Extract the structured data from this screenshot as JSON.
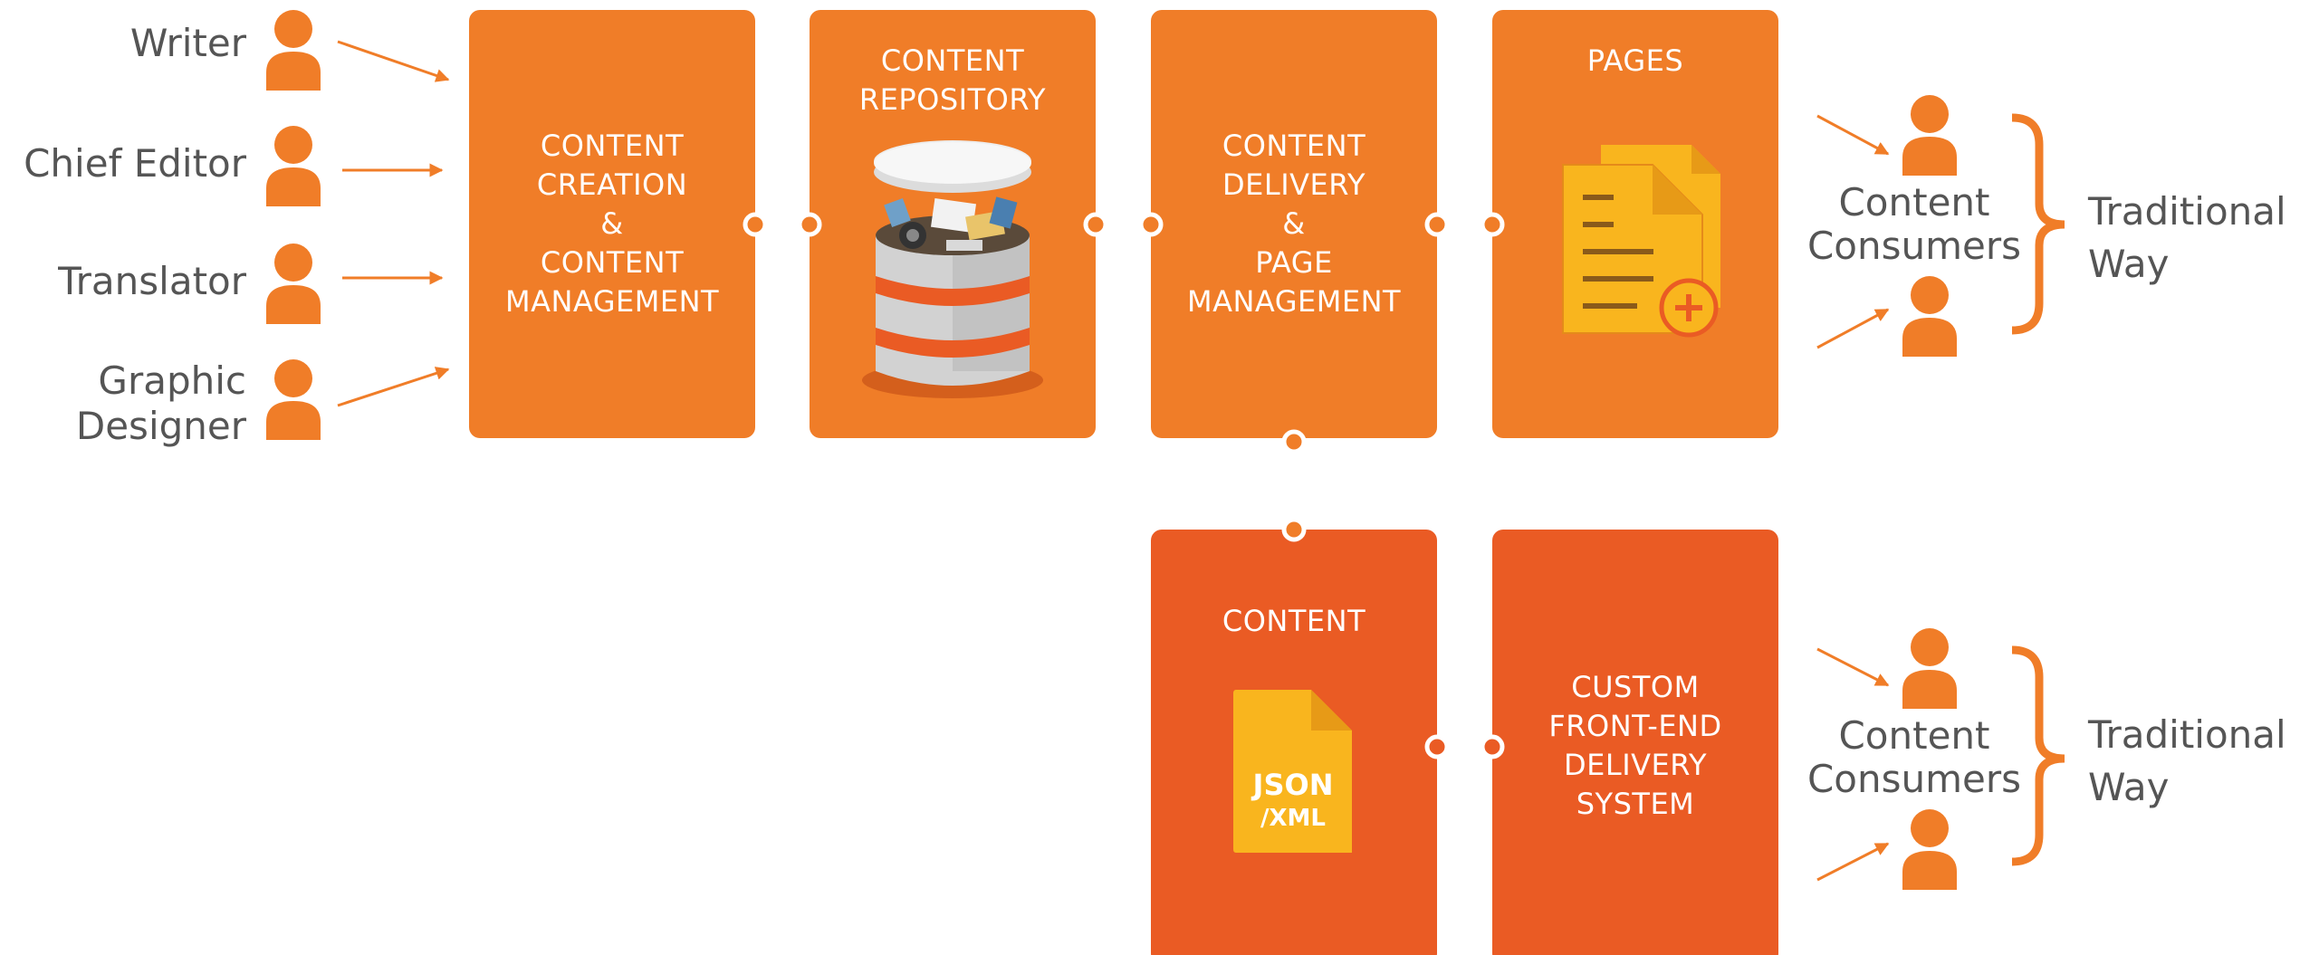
{
  "roles": {
    "writer": "Writer",
    "chief_editor": "Chief Editor",
    "translator": "Translator",
    "graphic_designer_line1": "Graphic",
    "graphic_designer_line2": "Designer"
  },
  "boxes": {
    "creation": [
      "CONTENT",
      "CREATION",
      "&",
      "CONTENT",
      "MANAGEMENT"
    ],
    "repository": [
      "CONTENT",
      "REPOSITORY"
    ],
    "delivery": [
      "CONTENT",
      "DELIVERY",
      "&",
      "PAGE",
      "MANAGEMENT"
    ],
    "pages": [
      "PAGES"
    ],
    "content": [
      "CONTENT"
    ],
    "custom": [
      "CUSTOM",
      "FRONT-END",
      "DELIVERY",
      "SYSTEM"
    ]
  },
  "file_label": {
    "line1": "JSON",
    "line2": "/XML"
  },
  "consumers_top": {
    "line1": "Content",
    "line2": "Consumers"
  },
  "consumers_bottom": {
    "line1": "Content",
    "line2": "Consumers"
  },
  "way_top": {
    "line1": "Traditional",
    "line2": "Way"
  },
  "way_bottom": {
    "line1": "Traditional",
    "line2": "Way"
  },
  "colors": {
    "orange": "#F07D28",
    "dark_orange": "#EA5B24",
    "text_gray": "#555555",
    "file_yellow": "#F9B51E"
  }
}
